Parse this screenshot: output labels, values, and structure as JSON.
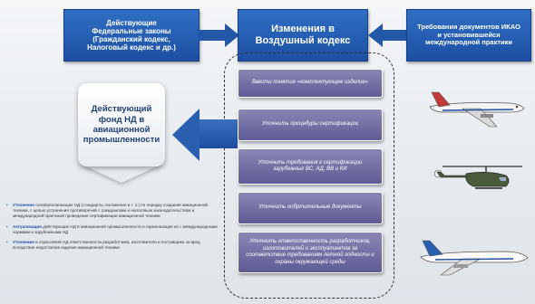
{
  "top_boxes": {
    "laws": [
      "Действующие",
      "Федеральные законы",
      "(Гражданский кодекс,",
      "Налоговый кодекс и др.)"
    ],
    "changes": [
      "Изменения в",
      "Воздушный кодекс"
    ],
    "icao": [
      "Требования документов ИКАО",
      "и установившейся",
      "международной практики"
    ]
  },
  "fund": [
    "Действующий",
    "фонд НД в",
    "авиационной",
    "промышленности"
  ],
  "actions": [
    "Ввести понятие «комплектующее изделие»",
    "Уточнить процедуры сертификации",
    "Уточнить требования к сертификации зарубежных ВС, АД, ВВ и КИ",
    "Уточнить ообртительные документы",
    "Уточнить ответственность разработчиков, изготовителей и эксплуатантов за соответствие требованиям летной годности и охраны окружающей среды"
  ],
  "bullets": [
    {
      "head": "Уточнение",
      "text": "основополагающих НД (стандарты, положения и т. п.) по порядку создания авиационной техники, с целью устранения противоречий с гражданским и налоговым законодательством и международной практикой проведения сертификации авиационной техники"
    },
    {
      "head": "Актуализация",
      "text": "действующих НД в авиационной промышленности и гармонизация их с международными нормами и зарубежными НД"
    },
    {
      "head": "Уточнение",
      "text": "в отраслевой НД ответственности разработчика, изготовителя и поставщика за вред вследствие недостатков изделия авиационной техники"
    }
  ],
  "colors": {
    "box_blue": "#1c4fa3",
    "action_purple": "#6e6aa3"
  }
}
